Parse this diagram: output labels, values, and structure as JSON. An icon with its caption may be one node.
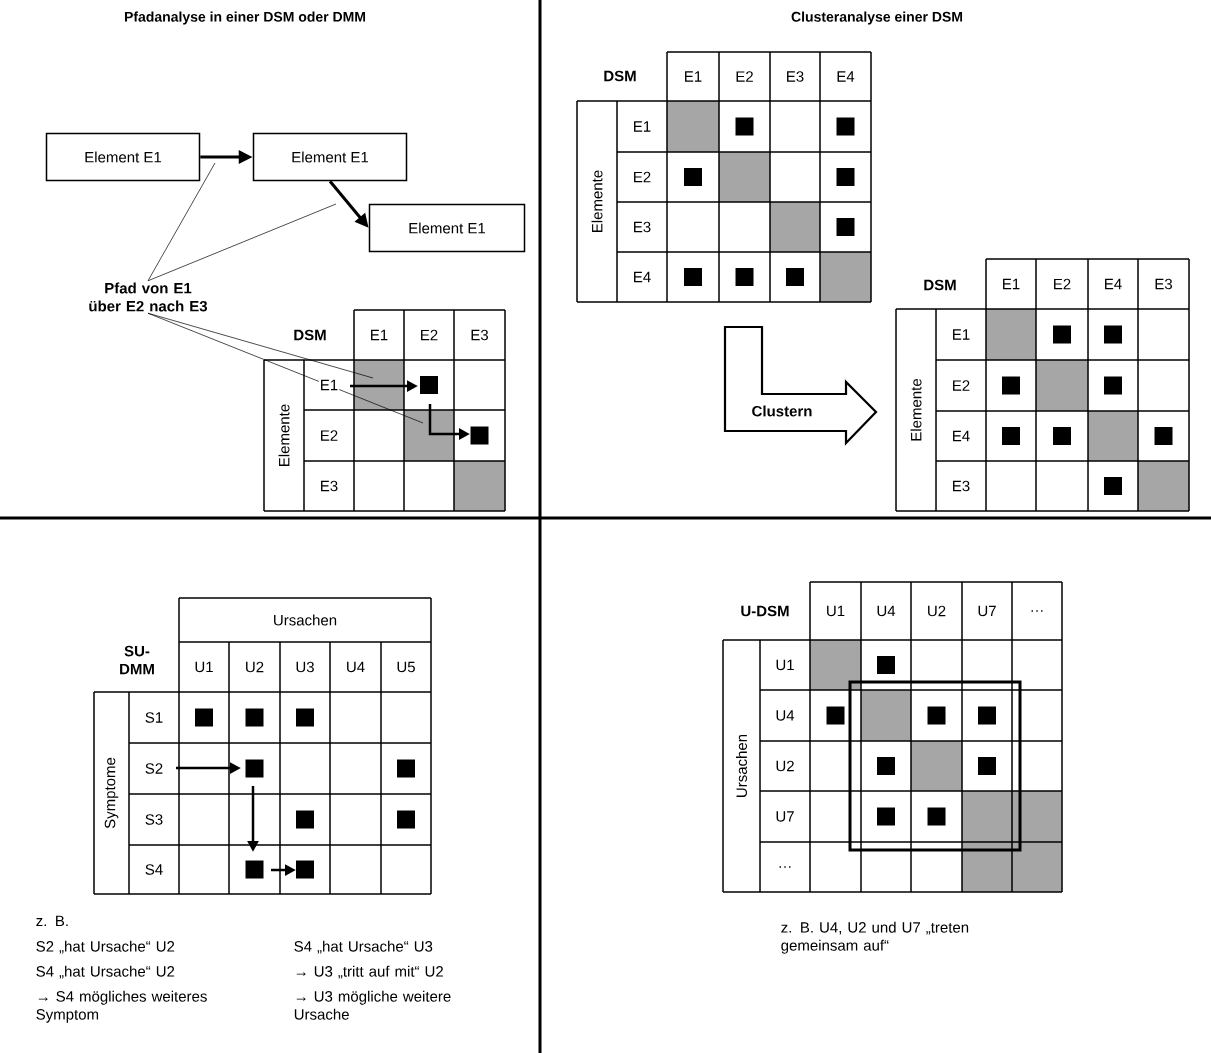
{
  "diagram": {
    "nodes": [
      {
        "text": [
          "Element E1"
        ]
      },
      {
        "text": [
          "Element E1"
        ]
      },
      {
        "text": [
          "Element E1"
        ]
      },
      {
        "text": [
          "Pfad von E1 über E2 nach E3"
        ]
      },
      {
        "text": [
          "Clustern"
        ]
      }
    ],
    "edges": [
      {
        "from": 0,
        "to": 1,
        "arrow": "to",
        "style": "thick"
      },
      {
        "from": 1,
        "to": 2,
        "arrow": "to",
        "style": "thick"
      },
      {
        "from": 3,
        "to": null,
        "arrow": "none"
      },
      {
        "from": 3,
        "to": null,
        "arrow": "none"
      },
      {
        "from": 3,
        "to": null,
        "arrow": "none"
      },
      {
        "from": 3,
        "to": null,
        "arrow": "none"
      }
    ],
    "labels": [
      "Pfadanalyse in einer DSM oder DMM",
      "Clusteranalyse einer DSM",
      "DSM",
      "E1",
      "E2",
      "E3",
      "Elemente",
      "E1",
      "E2",
      "E3",
      "DSM",
      "E1",
      "E2",
      "E3",
      "E4",
      "Elemente",
      "E1",
      "E2",
      "E3",
      "E4",
      "DSM",
      "E1",
      "E2",
      "E4",
      "E3",
      "Elemente",
      "E1",
      "E2",
      "E4",
      "E3",
      "SU- DMM",
      "Ursachen",
      "U1",
      "U2",
      "U3",
      "U4",
      "U5",
      "Symptome",
      "S1",
      "S2",
      "S3",
      "S4",
      "z. B.",
      "S2 „hat Ursache“ U2",
      "S4 „hat Ursache“ U2",
      "→ S4 mögliches weiteres Symptom",
      "S4 „hat Ursache“ U3",
      "→ U3 „tritt auf mit“ U2",
      "→ U3 mögliche weitere Ursache",
      "U-DSM",
      "U1",
      "U4",
      "U2",
      "U7",
      "…",
      "Ursachen",
      "U1",
      "U4",
      "U2",
      "U7",
      "…",
      "z. B. U4, U2 und U7 „treten gemeinsam auf“"
    ]
  }
}
